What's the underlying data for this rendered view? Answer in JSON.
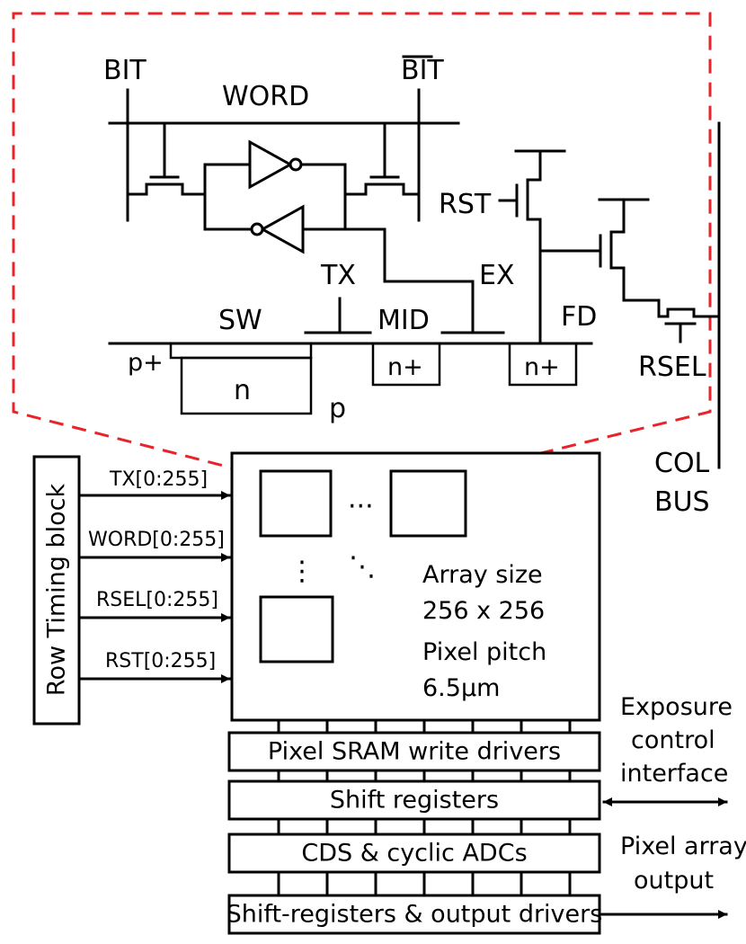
{
  "circuit": {
    "labels": {
      "bit": "BIT",
      "bit_bar": "BIT",
      "word": "WORD",
      "rst": "RST",
      "tx": "TX",
      "ex": "EX",
      "sw": "SW",
      "mid": "MID",
      "fd": "FD",
      "rsel": "RSEL",
      "p_plus": "p+",
      "n_well": "n",
      "n_plus_mid": "n+",
      "n_plus_fd": "n+",
      "p_sub": "p",
      "col": "COL",
      "bus": "BUS"
    }
  },
  "row_timing": {
    "block_label": "Row Timing block",
    "signals": [
      "TX[0:255]",
      "WORD[0:255]",
      "RSEL[0:255]",
      "RST[0:255]"
    ]
  },
  "array": {
    "dots_h": "···",
    "dots_v": "⋮",
    "dots_d": "⋱",
    "size_label": "Array size",
    "size_value": "256 x 256",
    "pitch_label": "Pixel pitch",
    "pitch_value": "6.5μm"
  },
  "blocks": {
    "sram_drivers": "Pixel SRAM write drivers",
    "shift_registers": "Shift registers",
    "cds_adc": "CDS & cyclic ADCs",
    "output_drivers": "Shift-registers & output drivers"
  },
  "interfaces": {
    "exposure": [
      "Exposure",
      "control",
      "interface"
    ],
    "output": [
      "Pixel array",
      "output"
    ]
  },
  "colors": {
    "stroke": "#000000",
    "callout": "#e8232a",
    "background": "#ffffff"
  }
}
